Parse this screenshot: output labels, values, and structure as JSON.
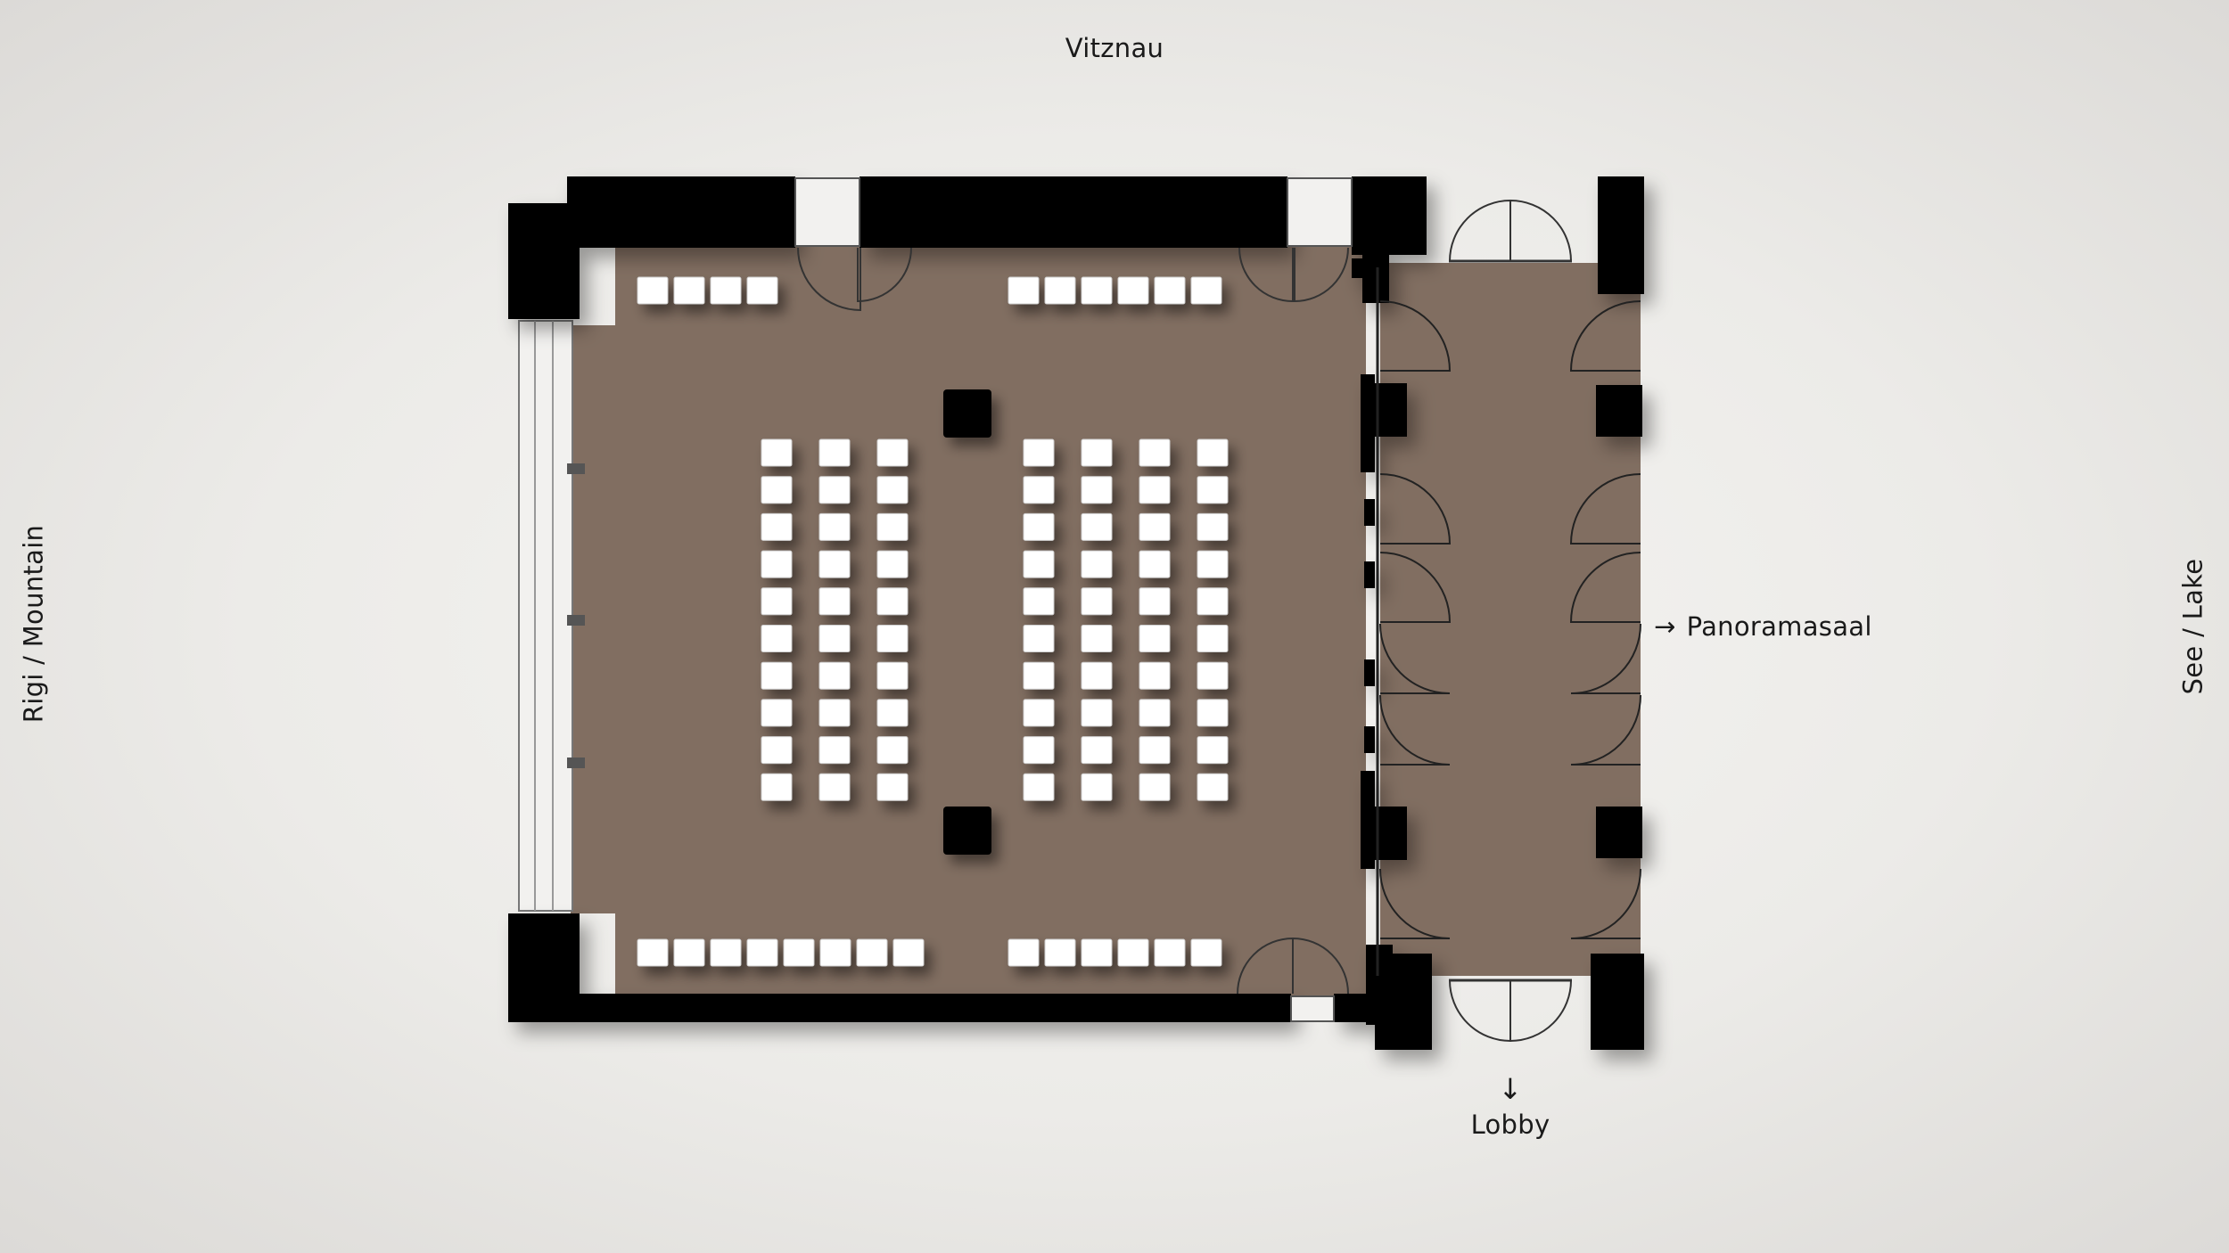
{
  "labels": {
    "north": "Vitznau",
    "west": "Rigi / Mountain",
    "east": "See / Lake",
    "panorama": "Panoramasaal",
    "lobby": "Lobby"
  },
  "icons": {
    "panorama_arrow": "→",
    "lobby_arrow": "↓"
  },
  "colors": {
    "floor": "#816e61",
    "walls": "#050505",
    "chairs": "#ffffff",
    "background": "#ecebe8"
  }
}
